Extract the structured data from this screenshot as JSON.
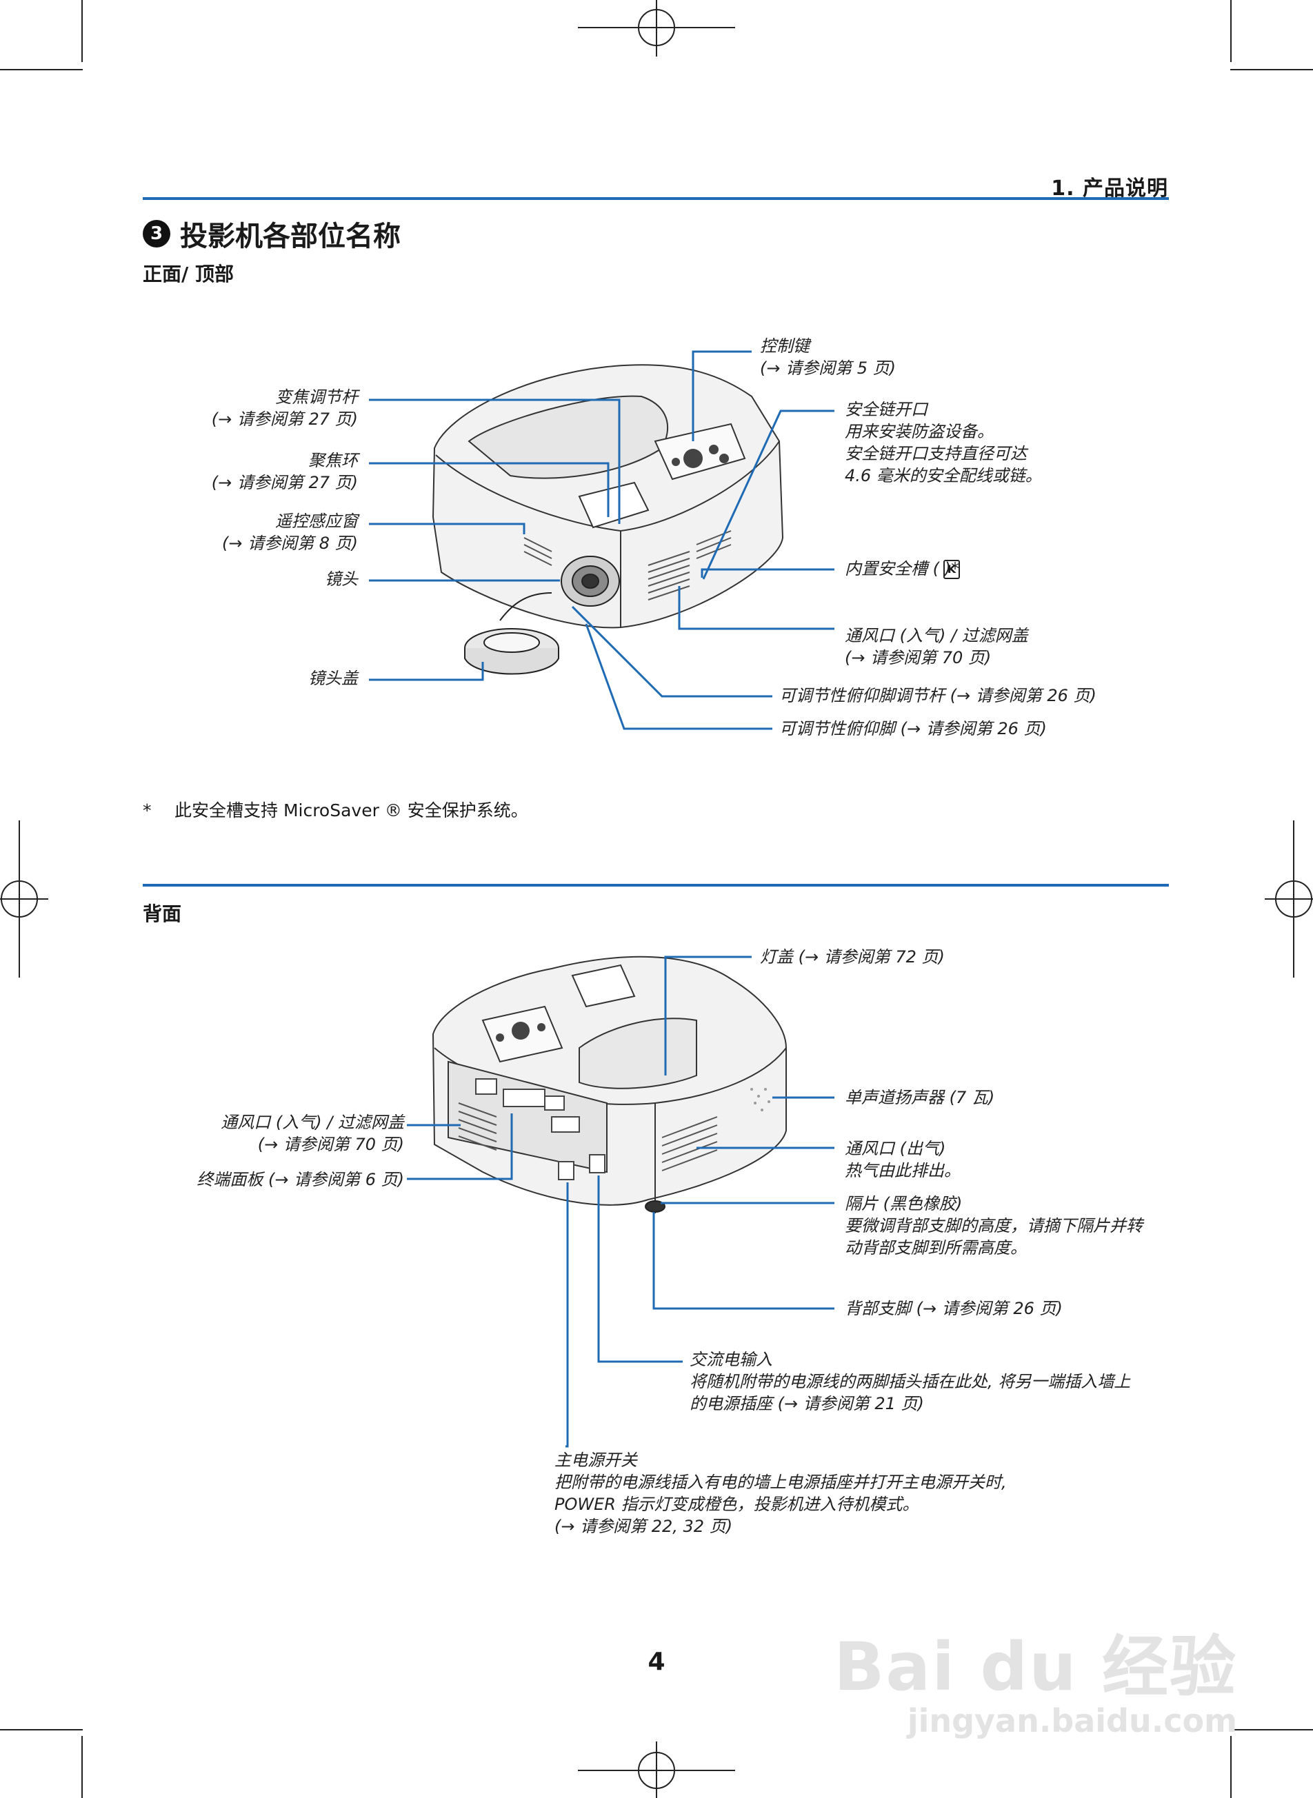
{
  "header": {
    "section": "1. 产品说明"
  },
  "title": {
    "number": "3",
    "text": "投影机各部位名称"
  },
  "front": {
    "heading": "正面/ 顶部",
    "labels": {
      "control_keys": [
        "控制键",
        "(→ 请参阅第 5 页)"
      ],
      "zoom_lever": [
        "变焦调节杆",
        "(→ 请参阅第 27 页)"
      ],
      "focus_ring": [
        "聚焦环",
        "(→ 请参阅第 27 页)"
      ],
      "remote_sensor": [
        "遥控感应窗",
        "(→ 请参阅第 8 页)"
      ],
      "lens": [
        "镜头"
      ],
      "lens_cap": [
        "镜头盖"
      ],
      "security_bar": [
        "安全链开口",
        "用来安装防盗设备。",
        "安全链开口支持直径可达",
        "4.6 毫米的安全配线或链。"
      ],
      "security_slot": [
        "内置安全槽 (  )*"
      ],
      "intake_vent": [
        "通风口 (入气) / 过滤网盖",
        "(→ 请参阅第 70 页)"
      ],
      "tilt_lever": [
        "可调节性俯仰脚调节杆 (→ 请参阅第 26 页)"
      ],
      "tilt_foot": [
        "可调节性俯仰脚 (→ 请参阅第 26 页)"
      ]
    }
  },
  "footnote": {
    "mark": "*",
    "text": "此安全槽支持 MicroSaver ® 安全保护系统。"
  },
  "rear": {
    "heading": "背面",
    "labels": {
      "lamp_cover": [
        "灯盖 (→ 请参阅第 72 页)"
      ],
      "speaker": [
        "单声道扬声器 (7 瓦)"
      ],
      "exhaust_vent": [
        "通风口 (出气)",
        "热气由此排出。"
      ],
      "spacer": [
        "隔片 (黑色橡胶)",
        "要微调背部支脚的高度，请摘下隔片并转",
        "动背部支脚到所需高度。"
      ],
      "rear_foot": [
        "背部支脚 (→ 请参阅第 26 页)"
      ],
      "intake_vent": [
        "通风口 (入气) / 过滤网盖",
        "(→ 请参阅第 70 页)"
      ],
      "terminal_panel": [
        "终端面板 (→ 请参阅第 6 页)"
      ],
      "ac_input": [
        "交流电输入",
        "将随机附带的电源线的两脚插头插在此处, 将另一端插入墙上",
        "的电源插座 (→ 请参阅第 21 页)"
      ],
      "main_power": [
        "主电源开关",
        "把附带的电源线插入有电的墙上电源插座并打开主电源开关时,",
        "POWER 指示灯变成橙色，投影机进入待机模式。",
        "(→ 请参阅第 22, 32 页)"
      ]
    }
  },
  "page_number": "4",
  "watermark": {
    "logo": "Bai du 经验",
    "url": "jingyan.baidu.com"
  },
  "colors": {
    "accent": "#1e6ab4",
    "callout": "#1e6ab4"
  }
}
